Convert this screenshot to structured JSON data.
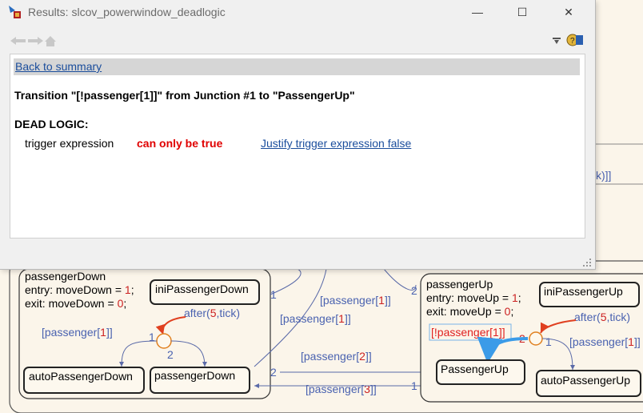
{
  "window": {
    "title": "Results: slcov_powerwindow_deadlogic",
    "minimize_symbol": "—",
    "maximize_symbol": "☐",
    "close_symbol": "✕"
  },
  "toolbar": {
    "icons": [
      "back-arrow-icon",
      "forward-arrow-icon",
      "home-icon",
      "dropdown-icon",
      "help-icon"
    ]
  },
  "report": {
    "back_link": "Back to summary",
    "transition_heading": "Transition \"[!passenger[1]]\" from Junction #1 to \"PassengerUp\"",
    "dead_logic_heading": "DEAD LOGIC:",
    "trigger_label": "trigger expression",
    "trigger_status": "can only be true",
    "justify_link": "Justify trigger expression false"
  },
  "chart": {
    "partial_label_top": "k)]]",
    "passenger_down": {
      "title": "passengerDown",
      "entry": "entry: moveDown = 1;",
      "exit": "exit: moveDown = 0;",
      "ini_state": "iniPassengerDown",
      "after": "after(5,tick)",
      "guard": "[passenger[1]]",
      "auto_state": "autoPassengerDown",
      "state": "passengerDown",
      "junction_out_1": "1",
      "junction_out_2": "2",
      "right_num_1": "1",
      "right_num_2": "2"
    },
    "passenger_up": {
      "title": "passengerUp",
      "entry": "entry: moveUp = 1;",
      "exit": "exit: moveUp = 0;",
      "ini_state": "iniPassengerUp",
      "after": "after(5,tick)",
      "guard_dead": "[!passenger[1]]",
      "guard": "[passenger[1]]",
      "state": "PassengerUp",
      "auto_state": "autoPassengerUp",
      "num_left": "2",
      "num_right": "1",
      "num_top": "2"
    },
    "transitions": {
      "t1": "[passenger[1]]",
      "t2": "[passenger[1]]",
      "t3": "[passenger[2]]",
      "t4": "[passenger[3]]",
      "t3_num": "2",
      "t4_num": "1"
    },
    "colors": {
      "state_fill": "#fdf8ee",
      "guard_blue": "#4a62b0",
      "number_red": "#cc2222",
      "dead_red": "#e02020",
      "highlight": "#3b9be8"
    }
  }
}
